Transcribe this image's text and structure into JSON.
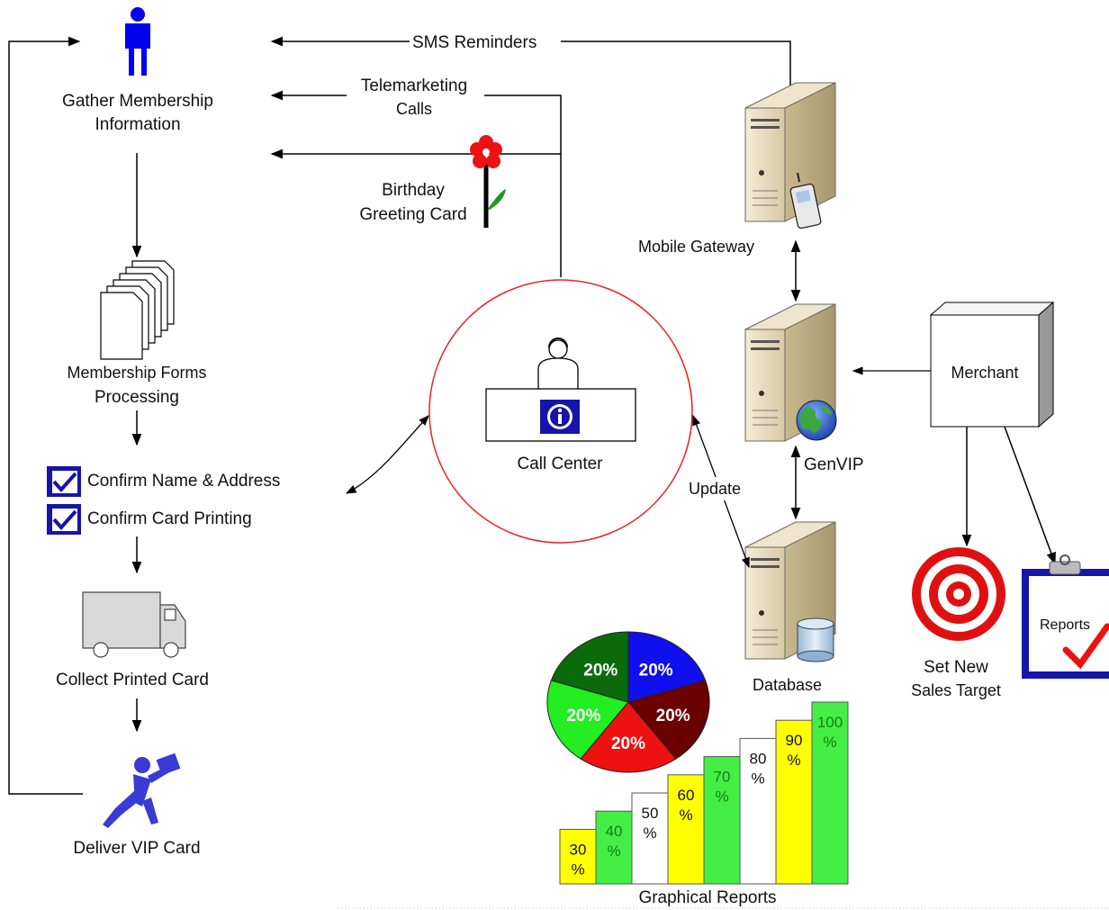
{
  "flow": {
    "gather": [
      "Gather Membership",
      "Information"
    ],
    "forms": [
      "Membership Forms",
      "Processing"
    ],
    "confirm_name": "Confirm Name & Address",
    "confirm_print": "Confirm Card Printing",
    "collect": "Collect Printed Card",
    "deliver": "Deliver VIP Card"
  },
  "links": {
    "sms": "SMS Reminders",
    "telemarketing": [
      "Telemarketing",
      "Calls"
    ],
    "birthday": [
      "Birthday",
      "Greeting Card"
    ],
    "update": "Update"
  },
  "nodes": {
    "call_center": "Call Center",
    "mobile_gateway": "Mobile Gateway",
    "genvip": "GenVIP",
    "database": "Database",
    "merchant": "Merchant",
    "sales_target": [
      "Set New",
      "Sales Target"
    ],
    "reports": "Reports"
  },
  "pie": {
    "slices": [
      {
        "label": "20%",
        "color": "#1010ee"
      },
      {
        "label": "20%",
        "color": "#6b0000"
      },
      {
        "label": "20%",
        "color": "#ee1111"
      },
      {
        "label": "20%",
        "color": "#22ee22"
      },
      {
        "label": "20%",
        "color": "#0b6b0b"
      }
    ]
  },
  "bars": {
    "caption": "Graphical Reports",
    "items": [
      {
        "pct": 30,
        "line1": "30",
        "line2": "%",
        "color": "#ffff00"
      },
      {
        "pct": 40,
        "line1": "40",
        "line2": "%",
        "color": "#44ee44"
      },
      {
        "pct": 50,
        "line1": "50",
        "line2": "%",
        "color": "#ffffff"
      },
      {
        "pct": 60,
        "line1": "60",
        "line2": "%",
        "color": "#ffff00"
      },
      {
        "pct": 70,
        "line1": "70",
        "line2": "%",
        "color": "#44ee44"
      },
      {
        "pct": 80,
        "line1": "80",
        "line2": "%",
        "color": "#ffffff"
      },
      {
        "pct": 90,
        "line1": "90",
        "line2": "%",
        "color": "#ffff00"
      },
      {
        "pct": 100,
        "line1": "100",
        "line2": "%",
        "color": "#44ee44"
      }
    ]
  },
  "colors": {
    "person": "#0000ee",
    "call_circle": "#ee2222",
    "checkbox": "#1515aa",
    "server": "#e8dcc0"
  }
}
